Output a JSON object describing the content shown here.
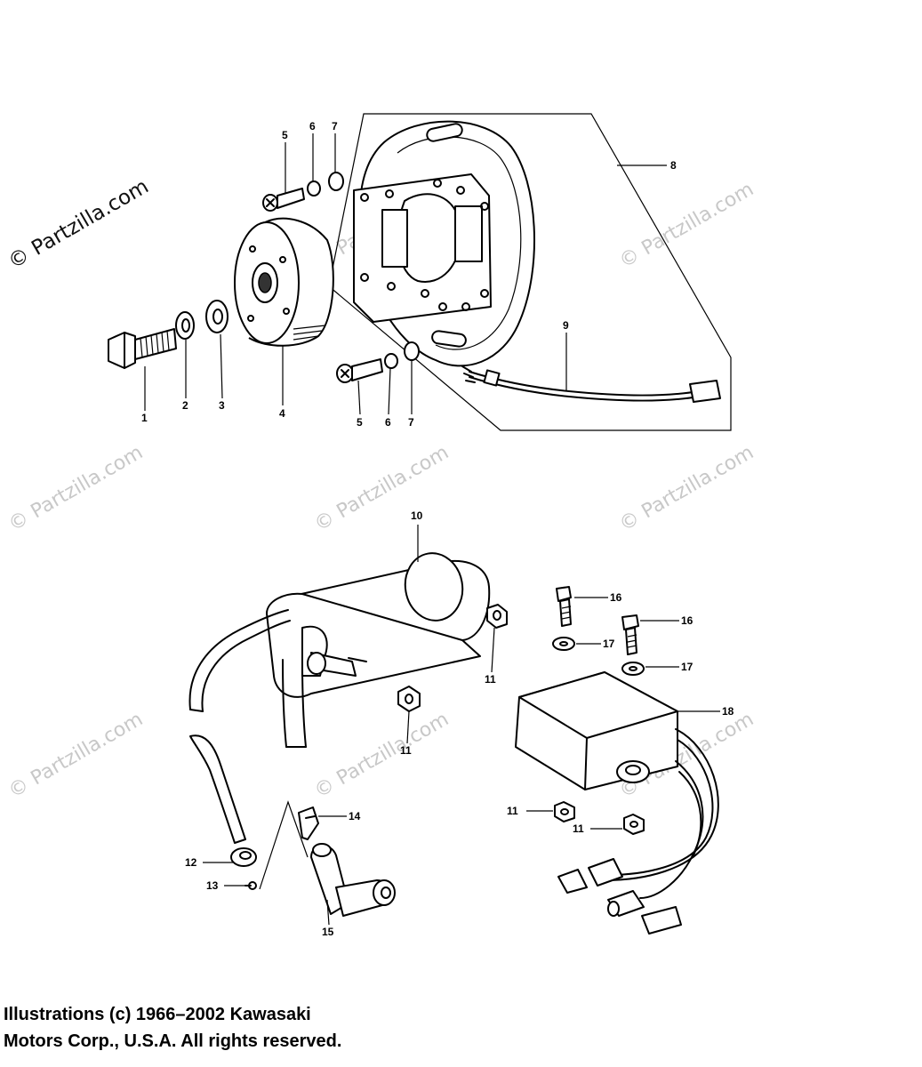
{
  "watermark": {
    "text": "© Partzilla.com"
  },
  "callouts": {
    "p1": "1",
    "p2": "2",
    "p3": "3",
    "p4": "4",
    "p5a": "5",
    "p6a": "6",
    "p7a": "7",
    "p5b": "5",
    "p6b": "6",
    "p7b": "7",
    "p8": "8",
    "p9": "9",
    "p10": "10",
    "p11a": "11",
    "p11b": "11",
    "p11c": "11",
    "p11d": "11",
    "p12": "12",
    "p13": "13",
    "p14": "14",
    "p15": "15",
    "p16a": "16",
    "p16b": "16",
    "p17a": "17",
    "p17b": "17",
    "p18": "18"
  },
  "copyright": {
    "line1": "Illustrations (c) 1966–2002 Kawasaki",
    "line2": "Motors Corp., U.S.A.  All rights reserved."
  }
}
